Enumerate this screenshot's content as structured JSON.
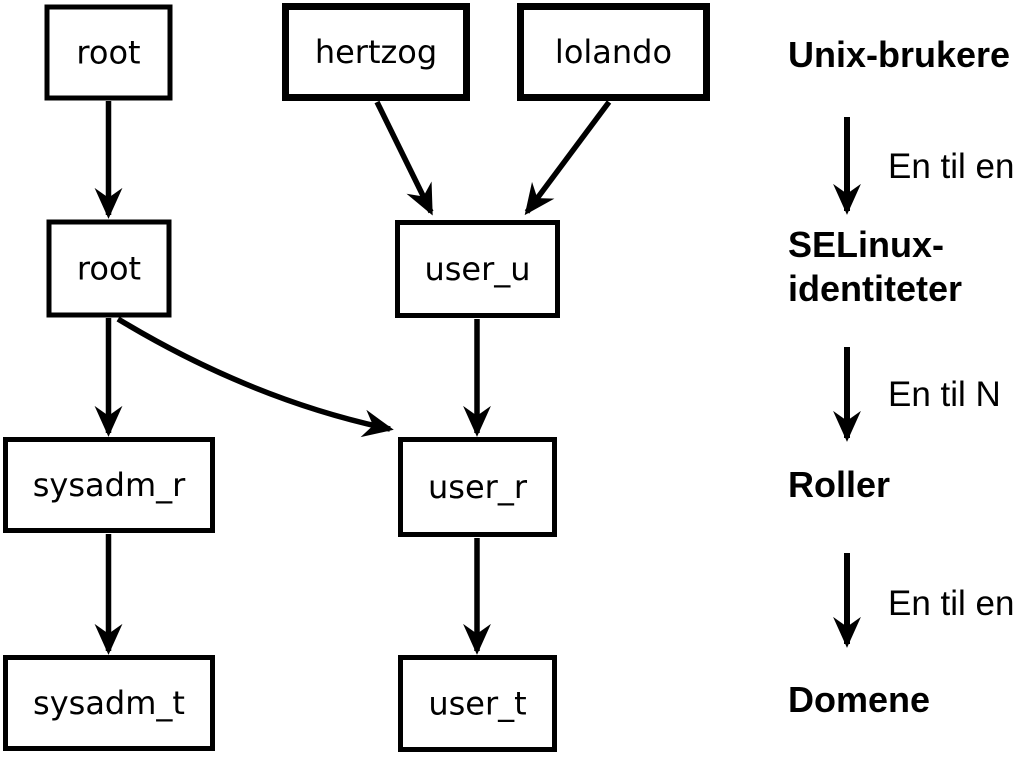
{
  "nodes": {
    "unix_root": "root",
    "unix_hertzog": "hertzog",
    "unix_lolando": "lolando",
    "selinux_root": "root",
    "selinux_user_u": "user_u",
    "role_sysadm_r": "sysadm_r",
    "role_user_r": "user_r",
    "domain_sysadm_t": "sysadm_t",
    "domain_user_t": "user_t"
  },
  "legend": {
    "level_unix_users": "Unix-brukere",
    "mapping_users_to_identities": "En til en",
    "level_selinux_identities_line1": "SELinux-",
    "level_selinux_identities_line2": "identiteter",
    "mapping_identities_to_roles": "En til N",
    "level_roles": "Roller",
    "mapping_roles_to_domains": "En til en",
    "level_domains": "Domene"
  },
  "colors": {
    "foreground": "#000000",
    "background": "#ffffff",
    "box_fill": "#ffffff"
  }
}
